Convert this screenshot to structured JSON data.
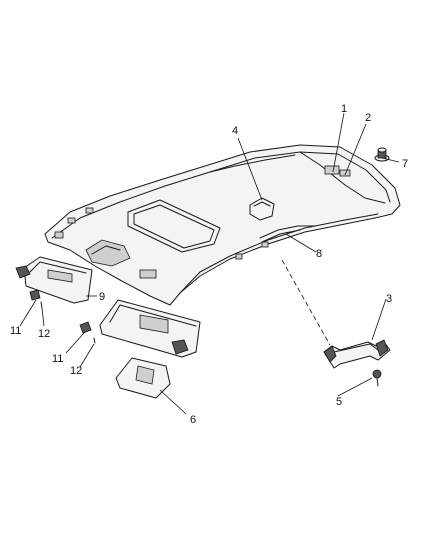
{
  "callouts": {
    "c1": "1",
    "c2": "2",
    "c3": "3",
    "c4": "4",
    "c5": "5",
    "c6": "6",
    "c7": "7",
    "c8": "8",
    "c9": "9",
    "c11a": "11",
    "c11b": "11",
    "c12a": "12",
    "c12b": "12"
  }
}
